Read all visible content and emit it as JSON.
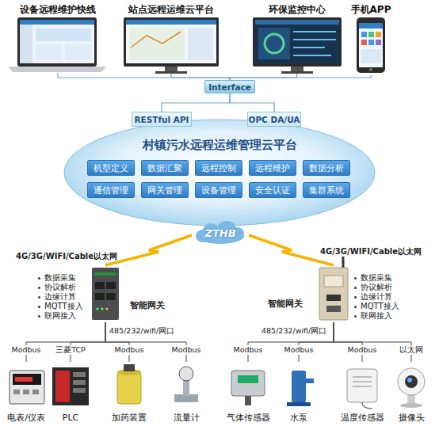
{
  "diagram": {
    "nodes": [
      {
        "text": [
          "设备远程维护快线"
        ]
      },
      {
        "text": [
          "站点远程运维云平台"
        ]
      },
      {
        "text": [
          "环保监控中心"
        ]
      },
      {
        "text": [
          "手机APP"
        ]
      },
      {
        "text": [
          "Interface"
        ]
      },
      {
        "text": [
          "RESTful API"
        ]
      },
      {
        "text": [
          "OPC DA/UA"
        ]
      },
      {
        "text": [
          "村镇污水远程运维管理云平台"
        ]
      },
      {
        "text": [
          "机型定义"
        ],
        "in": 7
      },
      {
        "text": [
          "数据汇聚"
        ],
        "in": 7
      },
      {
        "text": [
          "远程控制"
        ],
        "in": 7
      },
      {
        "text": [
          "远程维护"
        ],
        "in": 7
      },
      {
        "text": [
          "数据分析"
        ],
        "in": 7
      },
      {
        "text": [
          "通信管理"
        ],
        "in": 7
      },
      {
        "text": [
          "网关管理"
        ],
        "in": 7
      },
      {
        "text": [
          "设备管理"
        ],
        "in": 7
      },
      {
        "text": [
          "安全认证"
        ],
        "in": 7
      },
      {
        "text": [
          "集群系统"
        ],
        "in": 7
      },
      {
        "text": [
          "ZTHB"
        ]
      },
      {
        "text": [
          "数据采集",
          "协议解析",
          "边缘计算",
          "MQTT接入",
          "联网接入",
          "智能网关"
        ]
      },
      {
        "text": [
          "数据采集",
          "协议解析",
          "边缘计算",
          "MQTT接入",
          "联网接入",
          "智能网关"
        ]
      },
      {
        "text": [
          "电表/仪表"
        ]
      },
      {
        "text": [
          "PLC"
        ]
      },
      {
        "text": [
          "加药装置"
        ]
      },
      {
        "text": [
          "流量计"
        ]
      },
      {
        "text": [
          "气体传感器"
        ]
      },
      {
        "text": [
          "水泵"
        ]
      },
      {
        "text": [
          "温度传感器"
        ]
      },
      {
        "text": [
          "摄像头"
        ]
      }
    ],
    "edges": [
      {
        "from": 4,
        "to": 0,
        "arrow": "none"
      },
      {
        "from": 4,
        "to": 1,
        "arrow": "none"
      },
      {
        "from": 4,
        "to": 2,
        "arrow": "none"
      },
      {
        "from": 4,
        "to": 3,
        "arrow": "none"
      },
      {
        "from": 5,
        "to": 4,
        "arrow": "none"
      },
      {
        "from": 6,
        "to": 4,
        "arrow": "none"
      },
      {
        "from": 18,
        "to": 19,
        "label": "4G/3G/WIFI/Cable以太网",
        "arrow": "none"
      },
      {
        "from": 18,
        "to": 20,
        "label": "4G/3G/WIFI/Cable以太网",
        "arrow": "none"
      },
      {
        "from": 19,
        "to": 21,
        "label": "Modbus",
        "arrow": "none"
      },
      {
        "from": 19,
        "to": 22,
        "label": "三菱TCP",
        "arrow": "none"
      },
      {
        "from": 19,
        "to": 23,
        "label": "Modbus",
        "arrow": "none"
      },
      {
        "from": 19,
        "to": 24,
        "label": "Modbus",
        "arrow": "none"
      },
      {
        "from": 20,
        "to": 25,
        "label": "Modbus",
        "arrow": "none"
      },
      {
        "from": 20,
        "to": 26,
        "label": "Modbus",
        "arrow": "none"
      },
      {
        "from": 20,
        "to": 27,
        "label": "Modbus",
        "arrow": "none"
      },
      {
        "from": 20,
        "to": 28,
        "label": "以太网",
        "arrow": "none"
      }
    ],
    "labels": [
      "485/232/wifi/网口",
      "485/232/wifi/网口"
    ]
  }
}
